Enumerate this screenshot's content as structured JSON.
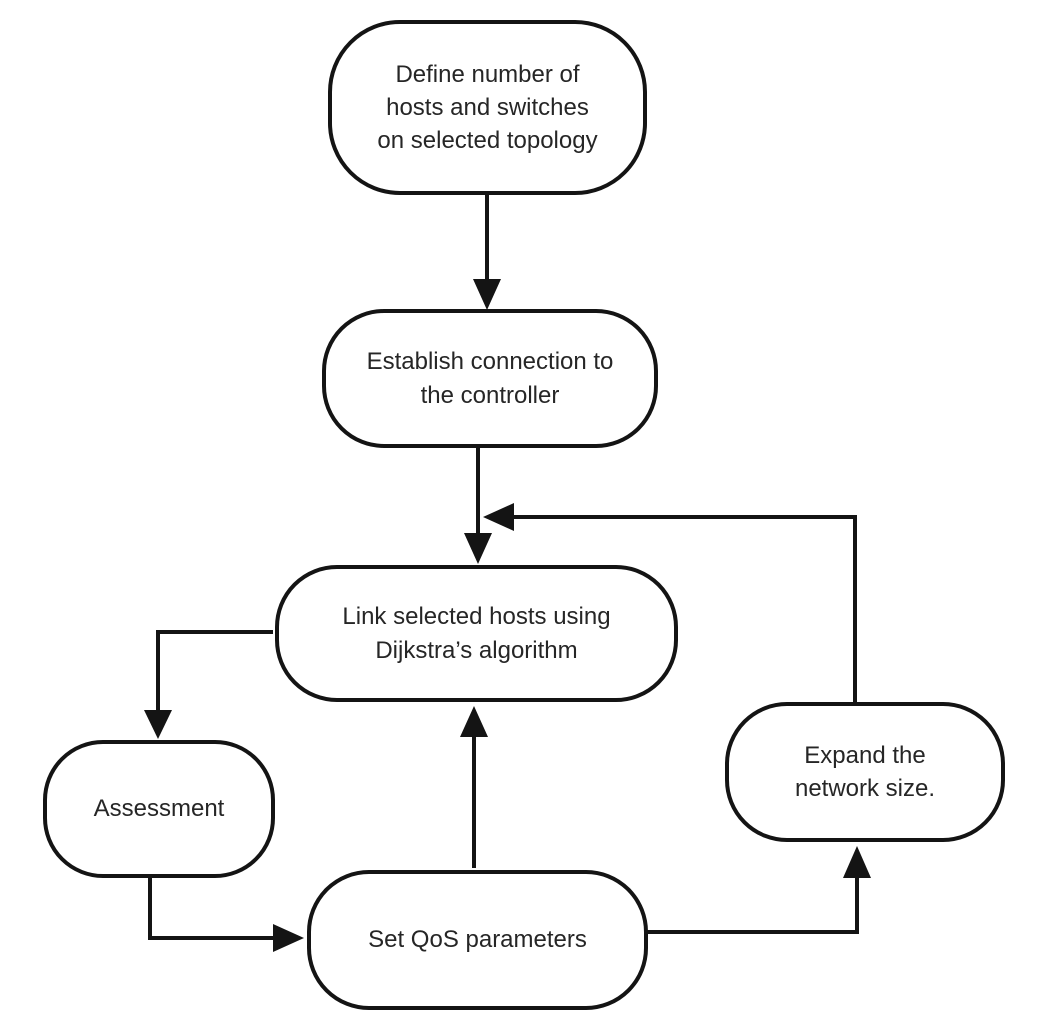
{
  "diagram": {
    "type": "flowchart",
    "colors": {
      "background": "#ffffff",
      "stroke": "#141414",
      "text": "#262626"
    },
    "nodes": {
      "define": {
        "text": "Define number of\nhosts and switches\non selected topology"
      },
      "establish": {
        "text": "Establish connection to\nthe controller"
      },
      "link": {
        "text": "Link selected hosts using\nDijkstra’s algorithm"
      },
      "assessment": {
        "text": "Assessment"
      },
      "qos": {
        "text": "Set QoS parameters"
      },
      "expand": {
        "text": "Expand the\nnetwork size."
      }
    },
    "edges": [
      {
        "from": "define",
        "to": "establish"
      },
      {
        "from": "establish",
        "to": "link"
      },
      {
        "from": "link",
        "to": "assessment"
      },
      {
        "from": "assessment",
        "to": "qos"
      },
      {
        "from": "qos",
        "to": "link"
      },
      {
        "from": "qos",
        "to": "expand"
      },
      {
        "from": "expand",
        "to": "link",
        "note": "feedback loop merging into establish-to-link connector"
      }
    ]
  }
}
